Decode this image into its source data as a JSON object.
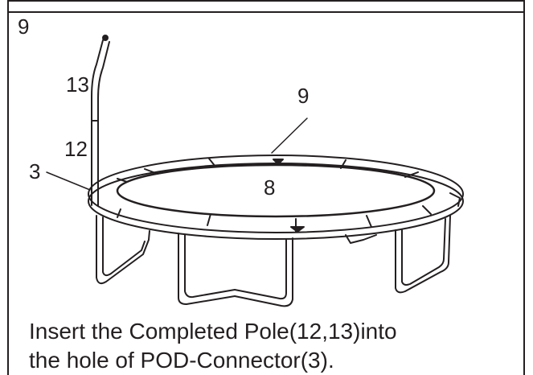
{
  "step": {
    "number": "9"
  },
  "callouts": {
    "pole_top": "13",
    "pole_bottom": "12",
    "pod_connector": "3",
    "pad": "9",
    "mat": "8"
  },
  "instruction": {
    "line1": "Insert the Completed Pole(12,13)into",
    "line2": "the hole of POD-Connector(3)."
  },
  "colors": {
    "ink": "#231f20",
    "background": "#ffffff"
  }
}
